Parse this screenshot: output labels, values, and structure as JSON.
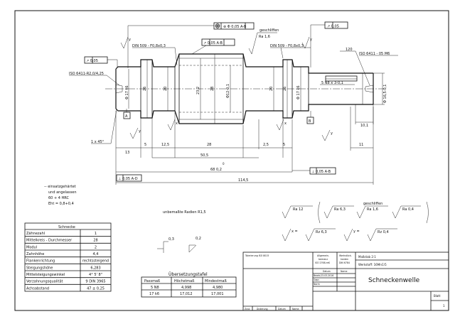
{
  "drawing": {
    "din_left": "DIN 509 - F0,8x0,3",
    "din_right": "DIN 509 - F0,8x0,3",
    "ground_top": "geschliffen",
    "ra16_top": "Ra 1,6",
    "iso_left": "ISO 6411-R2,0/4,25",
    "iso_right": "ISO 6411 - 05 M6",
    "nut_label": "5 N8 x 3-0,1",
    "dim_120": "120",
    "tol_top_center": "⊚ Φ 0,05 A-B",
    "tol_top_right": "↗ 0,05",
    "tol_left": "↗ 0,05",
    "tol_middle": "↗ 0,05 A-B",
    "tol_bottom_left": "⊥ 0,05 A-D",
    "tol_bottom_right": "⊥ 0,05 A-B",
    "datum_a": "A",
    "datum_b": "B",
    "dia_17k6_left": "Φ 17 k6",
    "dia_26_left": "26",
    "dia_20_left": "20",
    "dia_23": "23,2",
    "dia_28": "28",
    "dia_12": "Φ12-0,1",
    "dia_20_right": "20",
    "dia_26_right": "26",
    "dia_17k6_right": "Φ 17 k6",
    "dia_16": "Φ 16,5-0,1",
    "dim_101": "10,1",
    "chamfer": "1 x 45°",
    "len_13": "13",
    "len_5a": "5",
    "len_125": "12,5",
    "len_28": "28",
    "len_25": "2,5",
    "len_5b": "5",
    "len_11": "11",
    "len_505": "50,5",
    "len_0": "0",
    "len_68": "68  0,2",
    "len_1145": "114,5",
    "surf_x": "x",
    "surf_y": "y"
  },
  "notes": {
    "heat": [
      "-- einsatzgehärtet",
      "und angelassen",
      "60 + 4 HRC",
      "Eht = 0,8+0,4"
    ],
    "radii": "unbemaßte Radien R1,5",
    "sym_03": "0,3",
    "sym_02": "0,2"
  },
  "surface": {
    "ra12": "Ra 12",
    "ra63": "Ra 6,3",
    "ground": "geschliffen",
    "ra16": "Ra 1,6",
    "ra04": "Ra 0,4",
    "x_eq": "x =",
    "x_val": "Rz 6,3",
    "y_eq": "y =",
    "y_val": "Rz 0,4"
  },
  "worm_table": {
    "title": "Schnecke",
    "rows": [
      [
        "Zähnezahl",
        "1"
      ],
      [
        "Mittelkreis - Durchmesser",
        "28"
      ],
      [
        "Modul",
        "2"
      ],
      [
        "Zahnhöhe",
        "4,4"
      ],
      [
        "Flankenrichtung",
        "rechtssteigend"
      ],
      [
        "Steigungshöhe",
        "6,283"
      ],
      [
        "Mittelsteigungswinkel",
        "4° 5' 8\""
      ],
      [
        "Verzahnungsqualität",
        "9 DIN 3965"
      ],
      [
        "Achsabstand",
        "47 ± 0,25"
      ]
    ]
  },
  "fit_table": {
    "title": "Übersetzungstafel",
    "header": [
      "Passmaß",
      "Höchstmaß",
      "Mindestmaß"
    ],
    "rows": [
      [
        "5 N8",
        "4,998",
        "4,980"
      ],
      [
        "17 k6",
        "17,012",
        "17,001"
      ]
    ]
  },
  "title_block": {
    "tolerance": "Tolerierung ISO 8015",
    "general_tol": [
      "Allgemein-",
      "toleranz",
      "ISO 2768-mK"
    ],
    "surface": [
      "Werkstück-",
      "kanten",
      "DIN 6784"
    ],
    "mass": "Maßstab  2:1",
    "material": "Werkstoff: 16MnCr5",
    "date_hdr": "Datum",
    "name_hdr": "Name",
    "bearb": "Bearb.",
    "bearb_date": "23.03.2016",
    "gepr": "Gepr.",
    "norm": "Norm",
    "title": "Schneckenwelle",
    "sheet_label": "Blatt",
    "sheet_no": "1",
    "rev": [
      "Zust.",
      "Änderung",
      "Datum",
      "Name"
    ]
  }
}
